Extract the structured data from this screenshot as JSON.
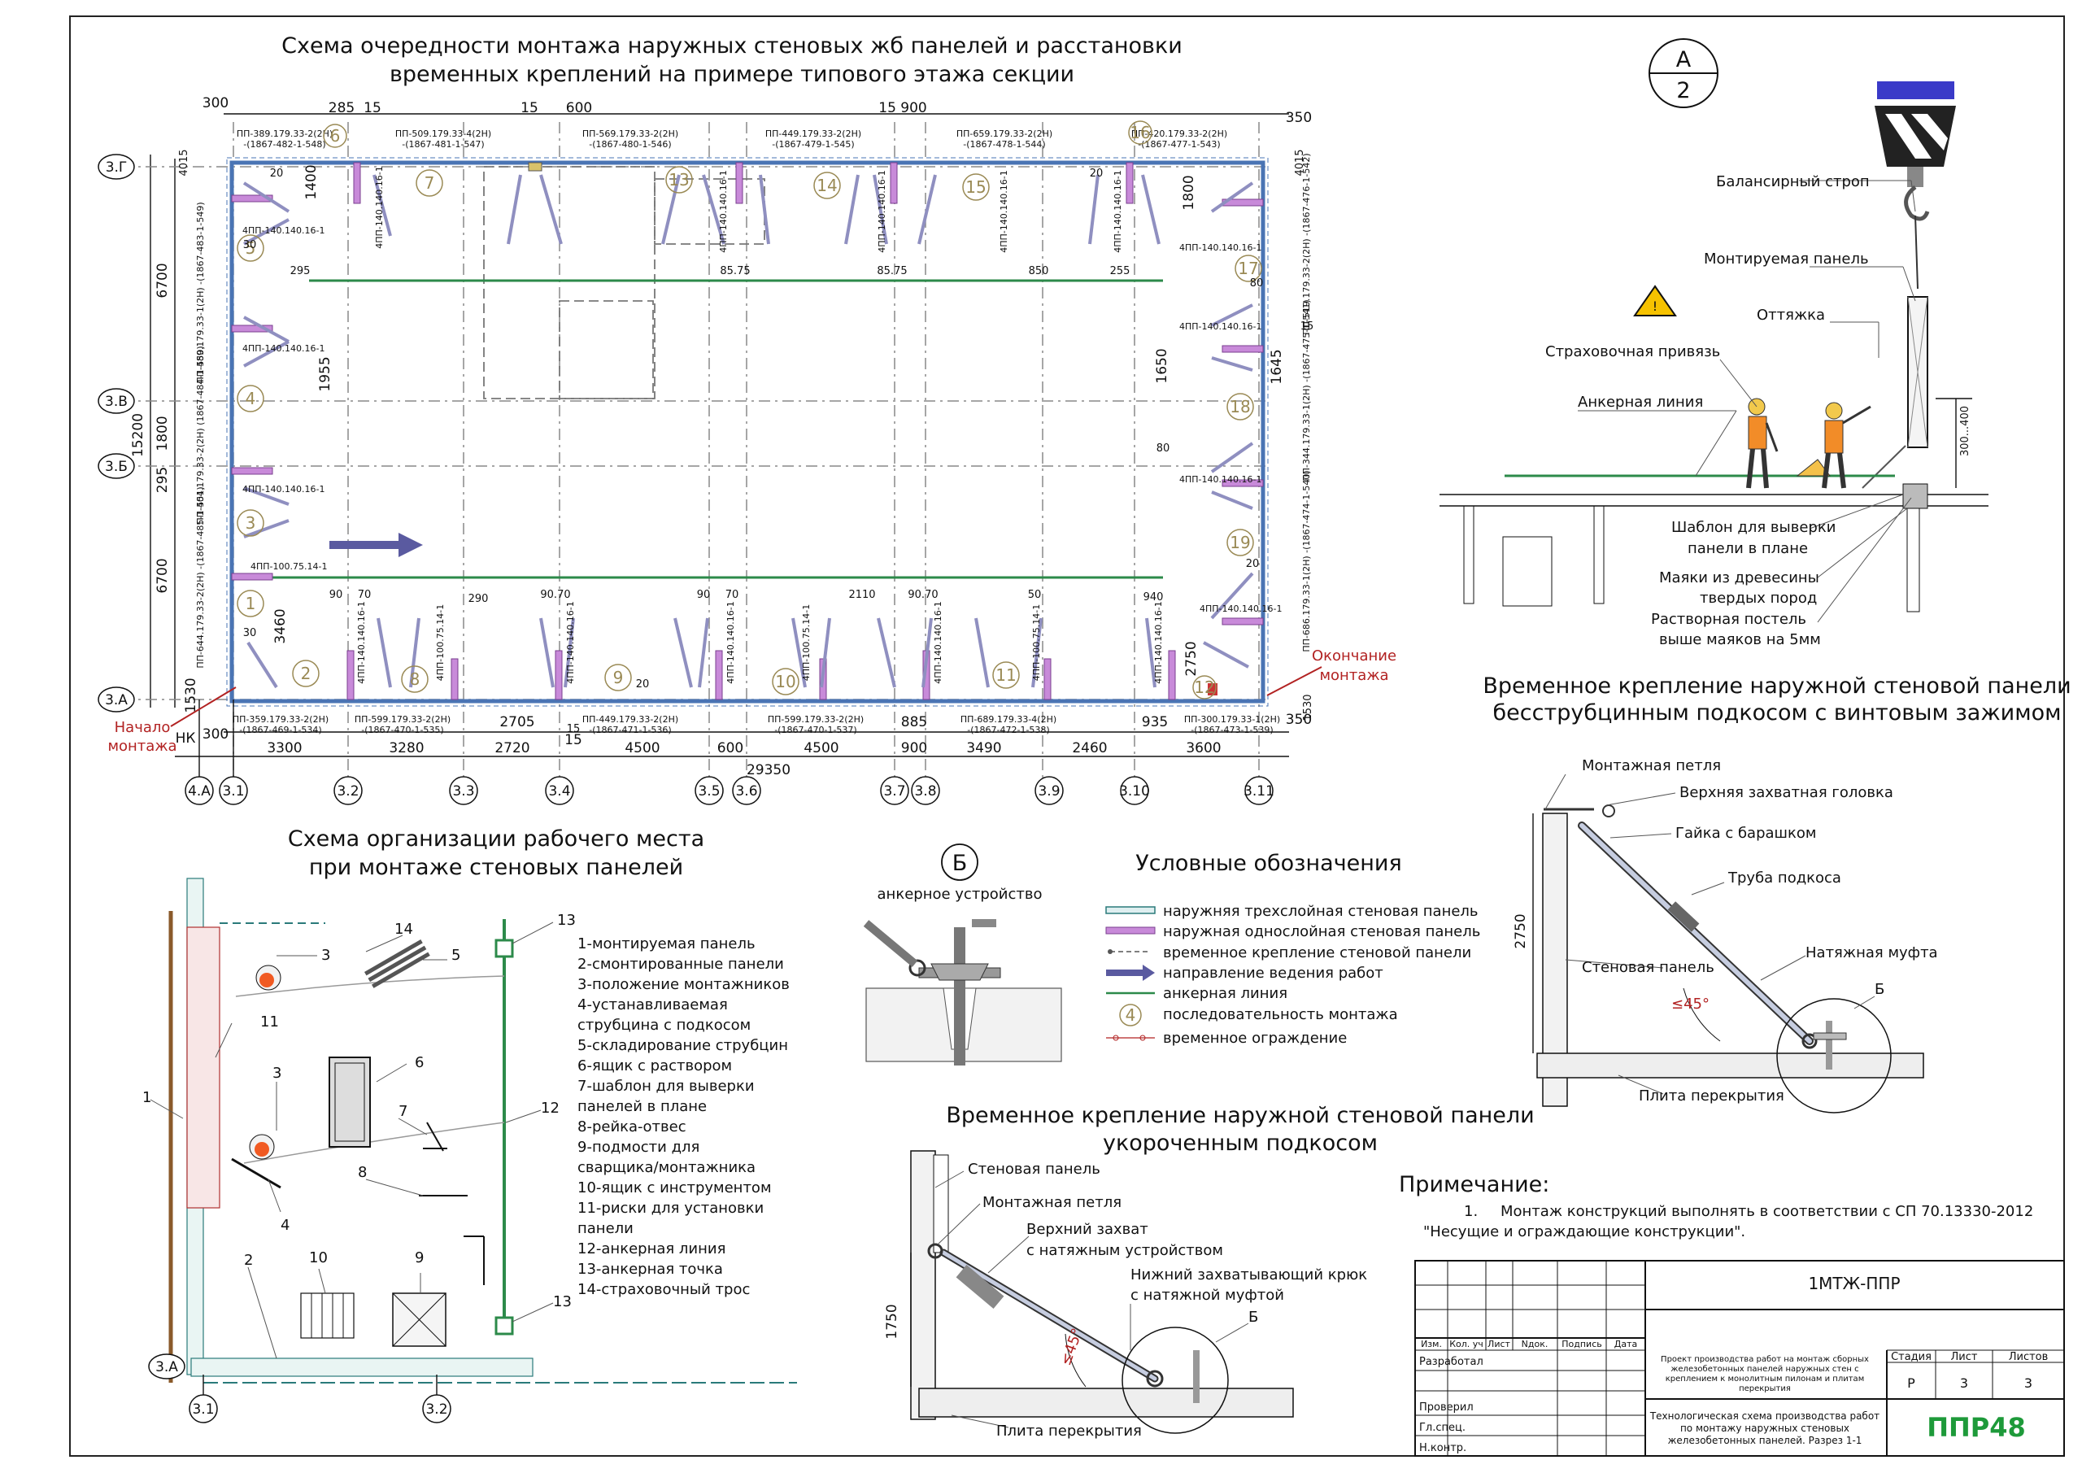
{
  "plan": {
    "title_line1": "Схема очередности монтажа наружных стеновых жб панелей и расстановки",
    "title_line2": "временных креплений на примере типового этажа секции",
    "axes_bottom": [
      "4.А",
      "3.1",
      "3.2",
      "3.3",
      "3.4",
      "3.5",
      "3.6",
      "3.7",
      "3.8",
      "3.9",
      "3.10",
      "3.11"
    ],
    "axes_left": [
      "3.Г",
      "3.В",
      "3.Б",
      "3.А"
    ],
    "bottom_dims": [
      "3300",
      "3280",
      "2720",
      "4500",
      "4500",
      "3490",
      "2460",
      "3600"
    ],
    "bottom_dims_2": [
      "2705",
      "15",
      "600",
      "900",
      "935",
      "885"
    ],
    "total_dim": "29350",
    "left_dims": [
      "6700",
      "1800",
      "295",
      "6700",
      "15200",
      "1530"
    ],
    "top_dims": [
      "300",
      "285",
      "15",
      "15",
      "600",
      "15 900",
      "350"
    ],
    "dim_texts": [
      "1400",
      "1955",
      "3460",
      "1650",
      "1800",
      "1645",
      "2750",
      "295",
      "85.75",
      "85.75",
      "850",
      "255",
      "90",
      "70",
      "290",
      "90.70",
      "90",
      "70",
      "2110",
      "90.70",
      "50",
      "940",
      "30",
      "30",
      "20",
      "20",
      "20",
      "20",
      "80",
      "80",
      "4015",
      "4015",
      "15",
      "15",
      "300",
      "350",
      "1530",
      "НК"
    ],
    "start_label": [
      "Начало",
      "монтажа"
    ],
    "end_label": [
      "Окончание",
      "монтажа"
    ],
    "panels_top": [
      [
        "ПП-389.179.33-2(2Н)",
        "-(1867-482-1-548)"
      ],
      [
        "ПП-509.179.33-4(2Н)",
        "-(1867-481-1-547)"
      ],
      [
        "ПП-569.179.33-2(2Н)",
        "-(1867-480-1-546)"
      ],
      [
        "ПП-449.179.33-2(2Н)",
        "-(1867-479-1-545)"
      ],
      [
        "ПП-659.179.33-2(2Н)",
        "-(1867-478-1-544)"
      ],
      [
        "ПП-420.179.33-2(2Н)",
        "-(1867-477-1-543)"
      ]
    ],
    "panels_bottom": [
      [
        "ПП-359.179.33-2(2Н)",
        "-(1867-469-1-534)"
      ],
      [
        "ПП-599.179.33-2(2Н)",
        "-(1867-470-1-535)"
      ],
      [
        "ПП-449.179.33-2(2Н)",
        "-(1867-471-1-536)"
      ],
      [
        "ПП-599.179.33-2(2Н)",
        "-(1867-470-1-537)"
      ],
      [
        "ПП-689.179.33-4(2Н)",
        "-(1867-472-1-538)"
      ],
      [
        "ПП-300.179.33-1(2Н)",
        "-(1867-473-1-539)"
      ]
    ],
    "panels_left": [
      "ПП-489.179.33-1(2Н) -(1867-483-1-549)",
      "ПП-404.179.33-2(2Н) (1867-484-1-550)",
      "ПП-644.179.33-2(2Н) -(1867-485-1-551)"
    ],
    "panels_right": [
      "ПП-519.179.33-2(2Н) -(1867-476-1-542)",
      "ПП-344.179.33-1(2Н) -(1867-475-1-541)",
      "ПП-686.179.33-1(2Н) -(1867-474-1-540)"
    ],
    "brace_marks": [
      "4ПП-140.140.16-1",
      "4ПП-100.75.14-1"
    ],
    "sequence": [
      "1",
      "2",
      "3",
      "4",
      "5",
      "6",
      "7",
      "8",
      "9",
      "10",
      "11",
      "12",
      "13",
      "14",
      "15",
      "16",
      "17",
      "18",
      "19"
    ]
  },
  "detail_a": {
    "circle_top": "А",
    "circle_bottom": "2",
    "labels": [
      "Балансирный строп",
      "Монтируемая панель",
      "Оттяжка",
      "Страховочная привязь",
      "Анкерная линия",
      "Шаблон для выверки",
      "панели в плане",
      "Маяки из древесины",
      "твердых пород",
      "Растворная постель",
      "выше маяков на 5мм"
    ],
    "dim": "300...400"
  },
  "detail_screw": {
    "title_line1": "Временное крепление наружной стеновой панели",
    "title_line2": "бесструбцинным подкосом с винтовым зажимом",
    "labels": [
      "Монтажная петля",
      "Верхняя захватная головка",
      "Гайка с барашком",
      "Труба подкоса",
      "Натяжная муфта",
      "Стеновая панель",
      "Плита перекрытия",
      "Б"
    ],
    "height": "2750",
    "angle": "≤45°"
  },
  "workplace": {
    "title_line1": "Схема организации рабочего места",
    "title_line2": "при монтаже стеновых панелей",
    "callouts": [
      "1",
      "2",
      "3",
      "3",
      "4",
      "5",
      "6",
      "7",
      "8",
      "9",
      "10",
      "11",
      "12",
      "13",
      "13",
      "14"
    ],
    "axes": [
      "3.А",
      "3.1",
      "3.2"
    ],
    "legend": [
      "1-монтируемая панель",
      "2-смонтированные панели",
      "3-положение монтажников",
      "4-устанавливаемая",
      "струбцина с подкосом",
      "5-складирование струбцин",
      "6-ящик с раствором",
      "7-шаблон для выверки",
      "панелей в плане",
      "8-рейка-отвес",
      "9-подмости для",
      "сварщика/монтажника",
      "10-ящик с инструментом",
      "11-риски для установки",
      "панели",
      "12-анкерная линия",
      "13-анкерная точка",
      "14-страховочный трос"
    ]
  },
  "detail_b": {
    "circle": "Б",
    "label": "анкерное устройство"
  },
  "legend": {
    "title": "Условные обозначения",
    "items": [
      "наружняя трехслойная стеновая панель",
      "наружная однослойная стеновая панель",
      "временное крепление стеновой панели",
      "направление ведения работ",
      "анкерная линия",
      "последовательность монтажа",
      "временное ограждение"
    ],
    "seq_sample": "4"
  },
  "detail_short": {
    "title_line1": "Временное крепление наружной стеновой панели",
    "title_line2": "укороченным подкосом",
    "labels": [
      "Стеновая панель",
      "Монтажная петля",
      "Верхний захват",
      "с натяжным устройством",
      "Нижний захватывающий крюк",
      "с натяжной муфтой",
      "Плита перекрытия",
      "Б"
    ],
    "height": "1750",
    "angle": "≤45°"
  },
  "note": {
    "title": "Примечание:",
    "num": "1.",
    "line1": "Монтаж конструкций выполнять в соответствии с СП 70.13330-2012",
    "line2": "\"Несущие и ограждающие конструкции\"."
  },
  "title_block": {
    "code": "1МТЖ-ППР",
    "cols": [
      "Изм.",
      "Кол. уч",
      "Лист",
      "Nдок.",
      "Подпись",
      "Дата"
    ],
    "roles": [
      "Разработал",
      "Проверил",
      "Гл.спец.",
      "Н.контр."
    ],
    "project": [
      "Проект производства работ на монтаж сборных",
      "железобетонных панелей наружных стен с",
      "креплением к монолитным пилонам и плитам",
      "перекрытия"
    ],
    "sheet_title": [
      "Технологическая схема производства работ",
      "по монтажу наружных стеновых",
      "железобетонных панелей. Разрез 1-1"
    ],
    "stage_h": "Стадия",
    "sheet_h": "Лист",
    "sheets_h": "Листов",
    "stage": "Р",
    "sheet": "3",
    "sheets": "3",
    "logo": "ППР48"
  },
  "colors": {
    "wall": "#4a74b4",
    "anchor_line": "#2c8a4a",
    "single_panel": "#c88ad9",
    "seq": "#9a8a55",
    "accent_red": "#b22222",
    "logo": "#1e9a3a"
  }
}
